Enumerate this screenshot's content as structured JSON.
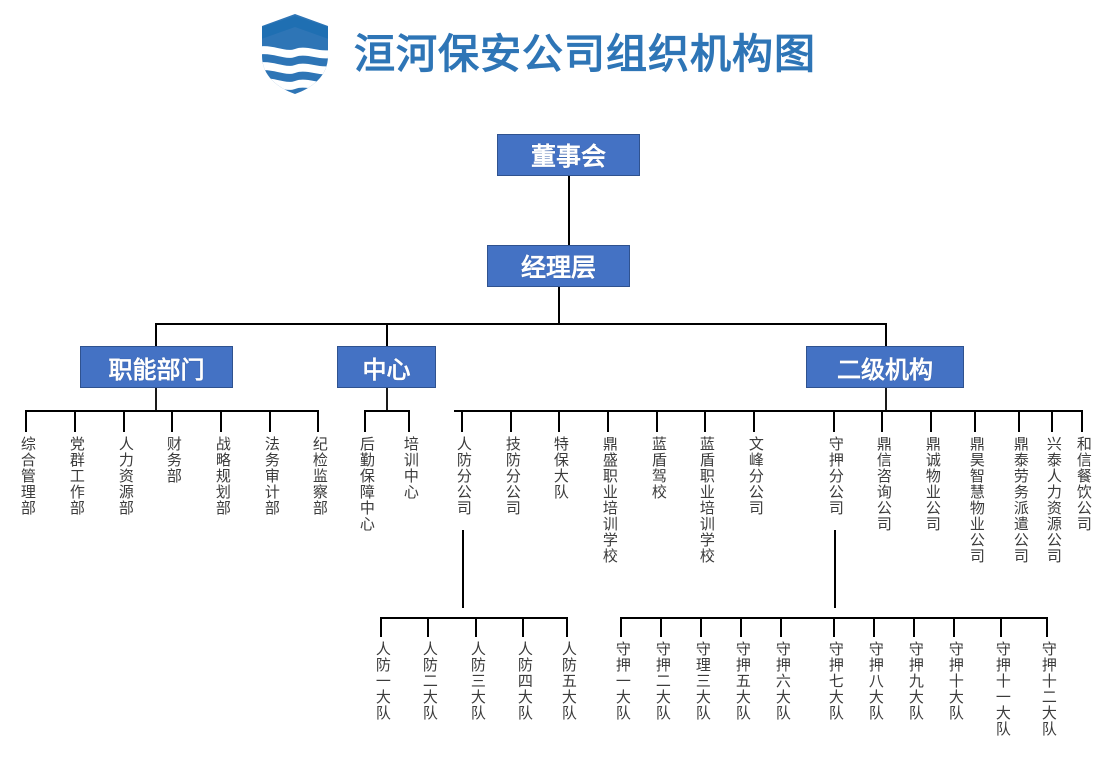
{
  "header": {
    "title": "洹河保安公司组织机构图",
    "logo_name": "shield-logo",
    "title_color": "#2E75B6"
  },
  "theme": {
    "box_fill": "#4472C4",
    "box_border": "#2F528F",
    "box_text": "#FFFFFF",
    "line_color": "#000000",
    "leaf_text": "#3B3B3B"
  },
  "nodes": {
    "board": "董事会",
    "management": "经理层",
    "functional": "职能部门",
    "center": "中心",
    "secondary": "二级机构"
  },
  "functional_departments": [
    {
      "label": "综合管理部"
    },
    {
      "label": "党群工作部"
    },
    {
      "label": "人力资源部"
    },
    {
      "label": "财务部"
    },
    {
      "label": "战略规划部"
    },
    {
      "label": "法务审计部"
    },
    {
      "label": "纪检监察部"
    }
  ],
  "centers": [
    {
      "label": "后勤保障中心"
    },
    {
      "label": "培训中心"
    }
  ],
  "secondary_institutions": [
    {
      "label": "人防分公司"
    },
    {
      "label": "技防分公司"
    },
    {
      "label": "特保大队"
    },
    {
      "label": "鼎盛职业培训学校"
    },
    {
      "label": "蓝盾驾校"
    },
    {
      "label": "蓝盾职业培训学校"
    },
    {
      "label": "文峰分公司"
    },
    {
      "label": "守押分公司"
    },
    {
      "label": "鼎信咨询公司"
    },
    {
      "label": "鼎诚物业公司"
    },
    {
      "label": "鼎昊智慧物业公司"
    },
    {
      "label": "鼎泰劳务派遣公司"
    },
    {
      "label": "兴泰人力资源公司"
    },
    {
      "label": "和信餐饮公司"
    }
  ],
  "renfang_teams": [
    {
      "label": "人防一大队"
    },
    {
      "label": "人防二大队"
    },
    {
      "label": "人防三大队"
    },
    {
      "label": "人防四大队"
    },
    {
      "label": "人防五大队"
    }
  ],
  "shouya_teams": [
    {
      "label": "守押一大队"
    },
    {
      "label": "守押二大队"
    },
    {
      "label": "守理三大队"
    },
    {
      "label": "守押五大队"
    },
    {
      "label": "守押六大队"
    },
    {
      "label": "守押七大队"
    },
    {
      "label": "守押八大队"
    },
    {
      "label": "守押九大队"
    },
    {
      "label": "守押十大队"
    },
    {
      "label": "守押十一大队"
    },
    {
      "label": "守押十二大队"
    }
  ]
}
